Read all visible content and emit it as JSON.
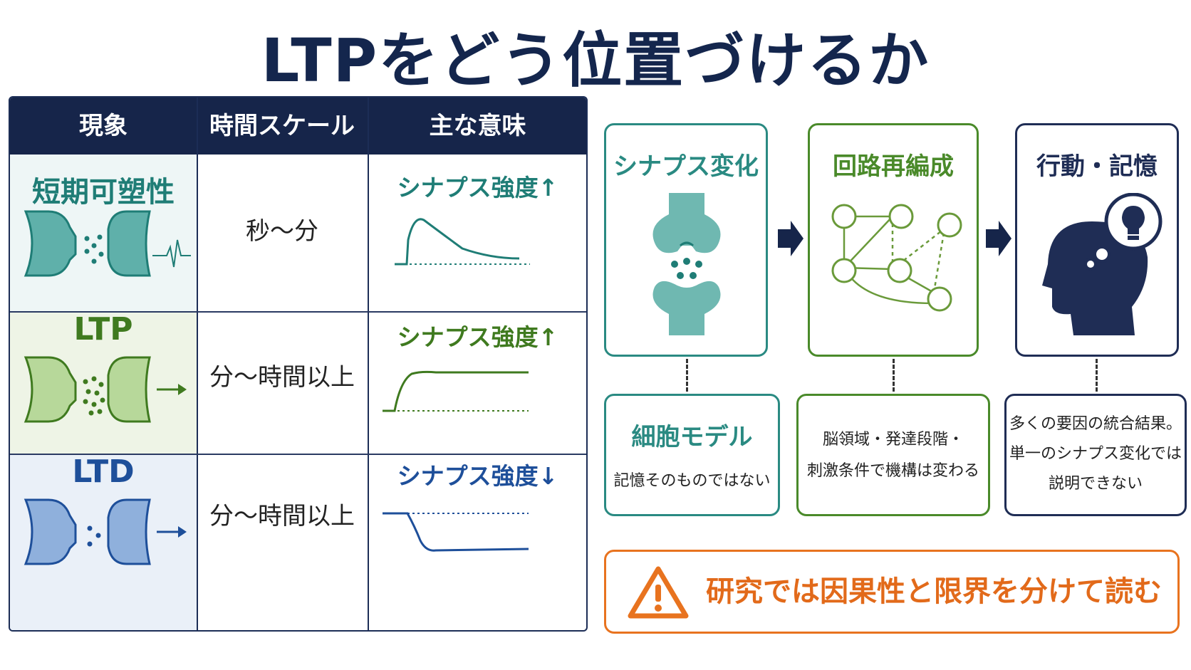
{
  "title": "LTPをどう位置づけるか",
  "table": {
    "headers": [
      "現象",
      "時間スケール",
      "主な意味"
    ],
    "rows": [
      {
        "label": "短期可塑性",
        "time": "秒〜分",
        "meaning": "シナプス強度↑",
        "color": "#1f7d76"
      },
      {
        "label": "LTP",
        "time": "分〜時間以上",
        "meaning": "シナプス強度↑",
        "color": "#3f7a1f"
      },
      {
        "label": "LTD",
        "time": "分〜時間以上",
        "meaning": "シナプス強度↓",
        "color": "#1e4f9a"
      }
    ]
  },
  "flow": {
    "steps": [
      {
        "title": "シナプス変化",
        "color": "#2a8a82"
      },
      {
        "title": "回路再編成",
        "color": "#4a8a2a"
      },
      {
        "title": "行動・記憶",
        "color": "#1f2d55"
      }
    ],
    "notes": [
      {
        "title": "細胞モデル",
        "text": [
          "記憶そのものではない"
        ]
      },
      {
        "title": "",
        "text": [
          "脳領域・発達段階・",
          "刺激条件で機構は変わる"
        ]
      },
      {
        "title": "",
        "text": [
          "多くの要因の統合結果。",
          "単一のシナプス変化では",
          "説明できない"
        ]
      }
    ]
  },
  "warning": {
    "text": "研究では因果性と限界を分けて読む",
    "color": "#e8731f"
  },
  "icons": [
    "synapse-icon",
    "network-icon",
    "head-lightbulb-icon",
    "warning-icon",
    "arrow-right-icon"
  ]
}
